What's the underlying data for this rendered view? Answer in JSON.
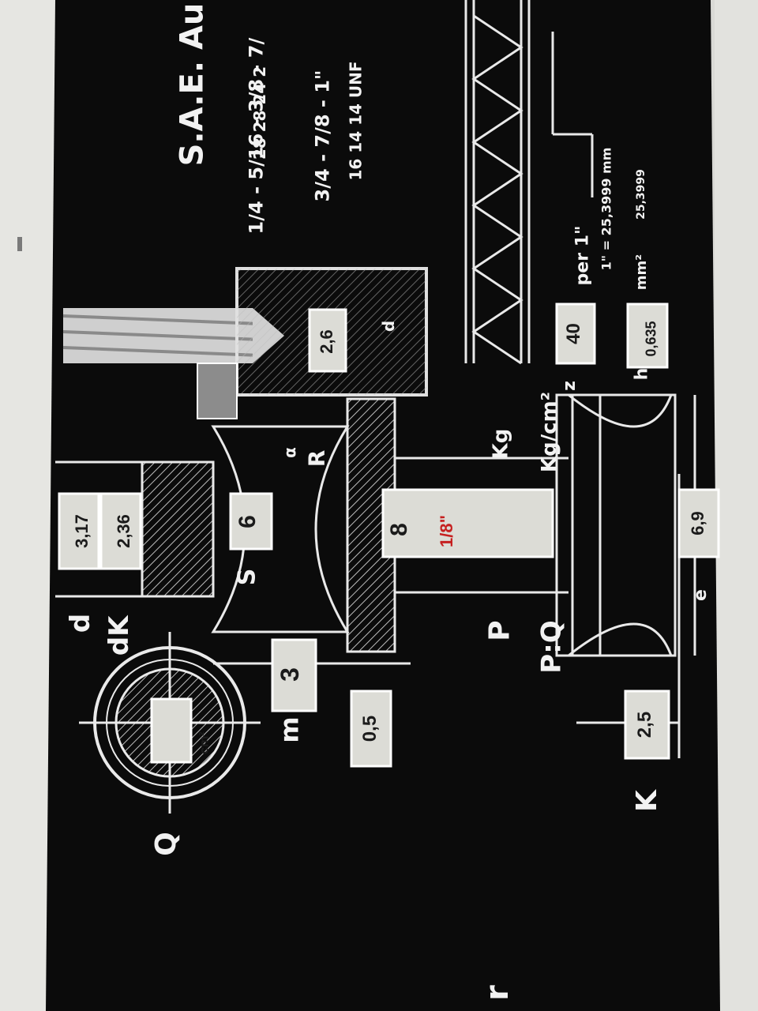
{
  "scale": {
    "title": "S.A.E. Au",
    "sae_row1_sizes": "1/4 - 5/16 - 3/8 - 7/",
    "sae_row1_tpi": "28   28   24   2",
    "sae_row2_sizes": "3/4 - 7/8 - 1\"",
    "sae_row2_tpi": "16   14   14 UNF",
    "per_inch": "per 1\"",
    "inch_mm": "1\" = 25,3999 mm",
    "mm2_fraction": "25,3999",
    "mm2_unit": "mm²",
    "edge_letter": "r"
  },
  "labels": {
    "d": "d",
    "dk": "dK",
    "s": "S",
    "m": "m",
    "q": "Q",
    "p": "P",
    "pq": "P:Q",
    "kg": "Kg",
    "kgcm2": "Kg/cm²",
    "k": "K",
    "z": "z",
    "h": "h",
    "r": "R",
    "e": "e",
    "cm2": "cm²",
    "alpha": "α",
    "d_small": "d"
  },
  "windows": {
    "d_value": "3,17",
    "dk_value": "2,36",
    "s_value": "6",
    "m_value": "3",
    "gap_value": "0,5",
    "drill_value": "2,6",
    "p_value": "8",
    "p_fraction": "1/8\"",
    "z_value": "40",
    "h_value": "0,635",
    "e_value": "6,9",
    "k_value": "2,5",
    "q_value": ""
  }
}
